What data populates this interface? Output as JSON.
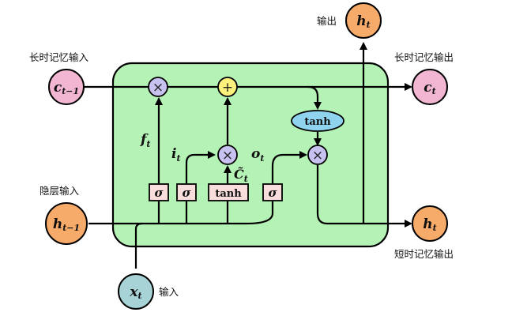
{
  "captions": {
    "long_term_input": "长时记忆输入",
    "long_term_output": "长时记忆输出",
    "output": "输出",
    "hidden_input": "隐层输入",
    "short_term_output": "短时记忆输出",
    "input": "输入"
  },
  "nodes": {
    "c_prev": {
      "base": "c",
      "sub": "t−1"
    },
    "c_out": {
      "base": "c",
      "sub": "t"
    },
    "h_prev": {
      "base": "h",
      "sub": "t−1"
    },
    "h_top": {
      "base": "h",
      "sub": "t"
    },
    "h_right": {
      "base": "h",
      "sub": "t"
    },
    "x_in": {
      "base": "x",
      "sub": "t"
    }
  },
  "gate_labels": {
    "f": {
      "base": "f",
      "sub": "t"
    },
    "i": {
      "base": "i",
      "sub": "t"
    },
    "o": {
      "base": "o",
      "sub": "t"
    },
    "c_tilde": {
      "base": "C̃",
      "sub": "t"
    }
  },
  "ops": {
    "multiply": "×",
    "add": "+",
    "sigma": "σ",
    "tanh": "tanh"
  },
  "colors": {
    "cell_fill": "#b5f2b5",
    "pink_node": "#f2b6d2",
    "orange_node": "#f7ab6a",
    "teal_node": "#a7d3d7",
    "multiply_op": "#c7c2f0",
    "add_op": "#fbf17c",
    "tanh_ellipse": "#8fd3ef",
    "gate_box": "#f9dcdc"
  }
}
